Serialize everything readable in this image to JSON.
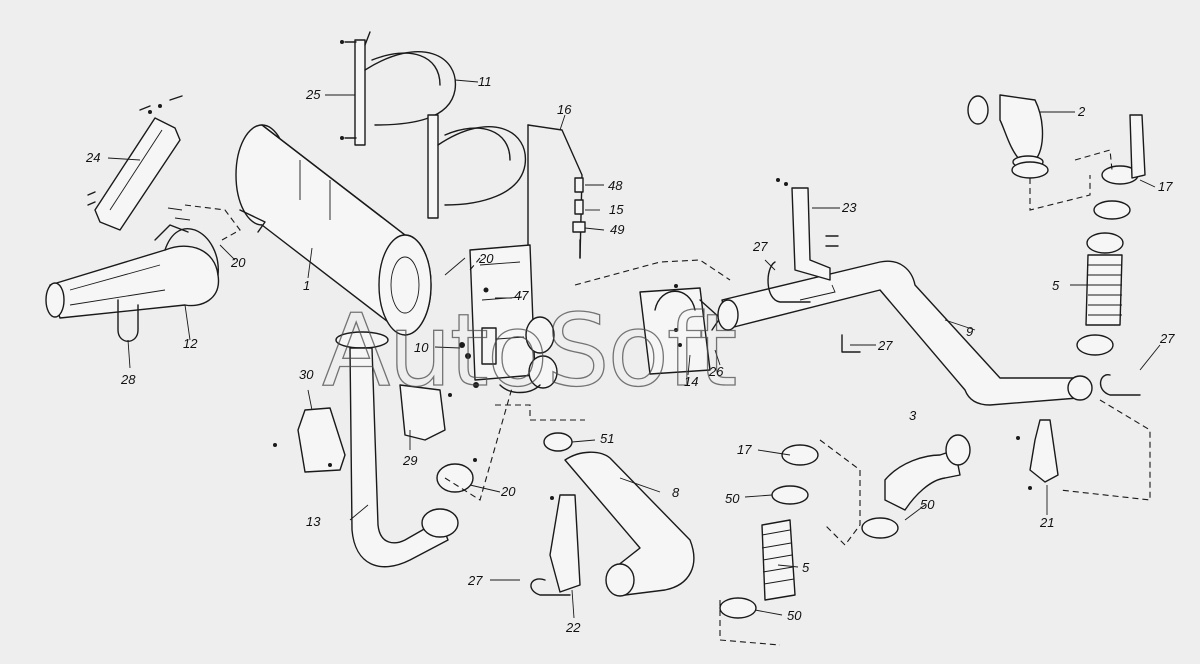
{
  "watermark": "AutoSoft",
  "callouts": [
    "1",
    "2",
    "3",
    "5",
    "5",
    "8",
    "9",
    "10",
    "11",
    "12",
    "13",
    "14",
    "15",
    "16",
    "17",
    "17",
    "20",
    "20",
    "20",
    "21",
    "22",
    "23",
    "24",
    "25",
    "26",
    "27",
    "27",
    "27",
    "27",
    "28",
    "29",
    "30",
    "47",
    "48",
    "49",
    "50",
    "50",
    "50",
    "51"
  ]
}
